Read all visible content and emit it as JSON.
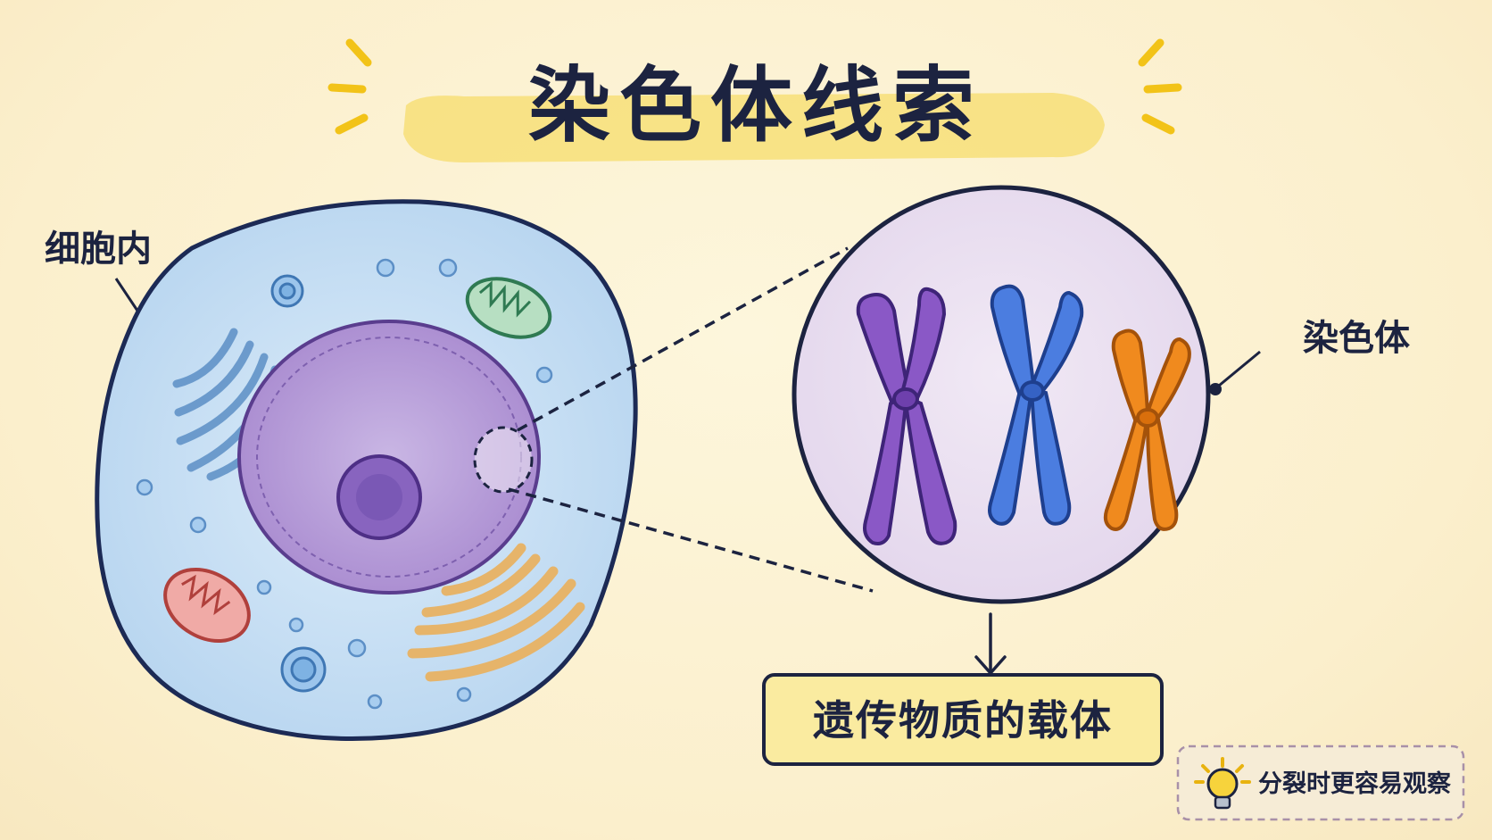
{
  "title": "染色体线索",
  "labels": {
    "cell": "细胞内",
    "chromosome": "染色体",
    "carrier": "遗传物质的载体",
    "tip": "分裂时更容易观察"
  },
  "colors": {
    "title_highlight": "#f7df78",
    "sunburst": "#f2c318",
    "ink": "#1c2340",
    "cell_fill": "#cfe4f6",
    "nucleus_fill": "#b79fd6",
    "zoom_fill": "#eadff0",
    "chromosome_1": "#8a58c6",
    "chromosome_2": "#4b7de0",
    "chromosome_3": "#f08a1e",
    "carrier_box": "#faeba0"
  },
  "icons": [
    "lightbulb-icon",
    "sunburst-icon"
  ]
}
